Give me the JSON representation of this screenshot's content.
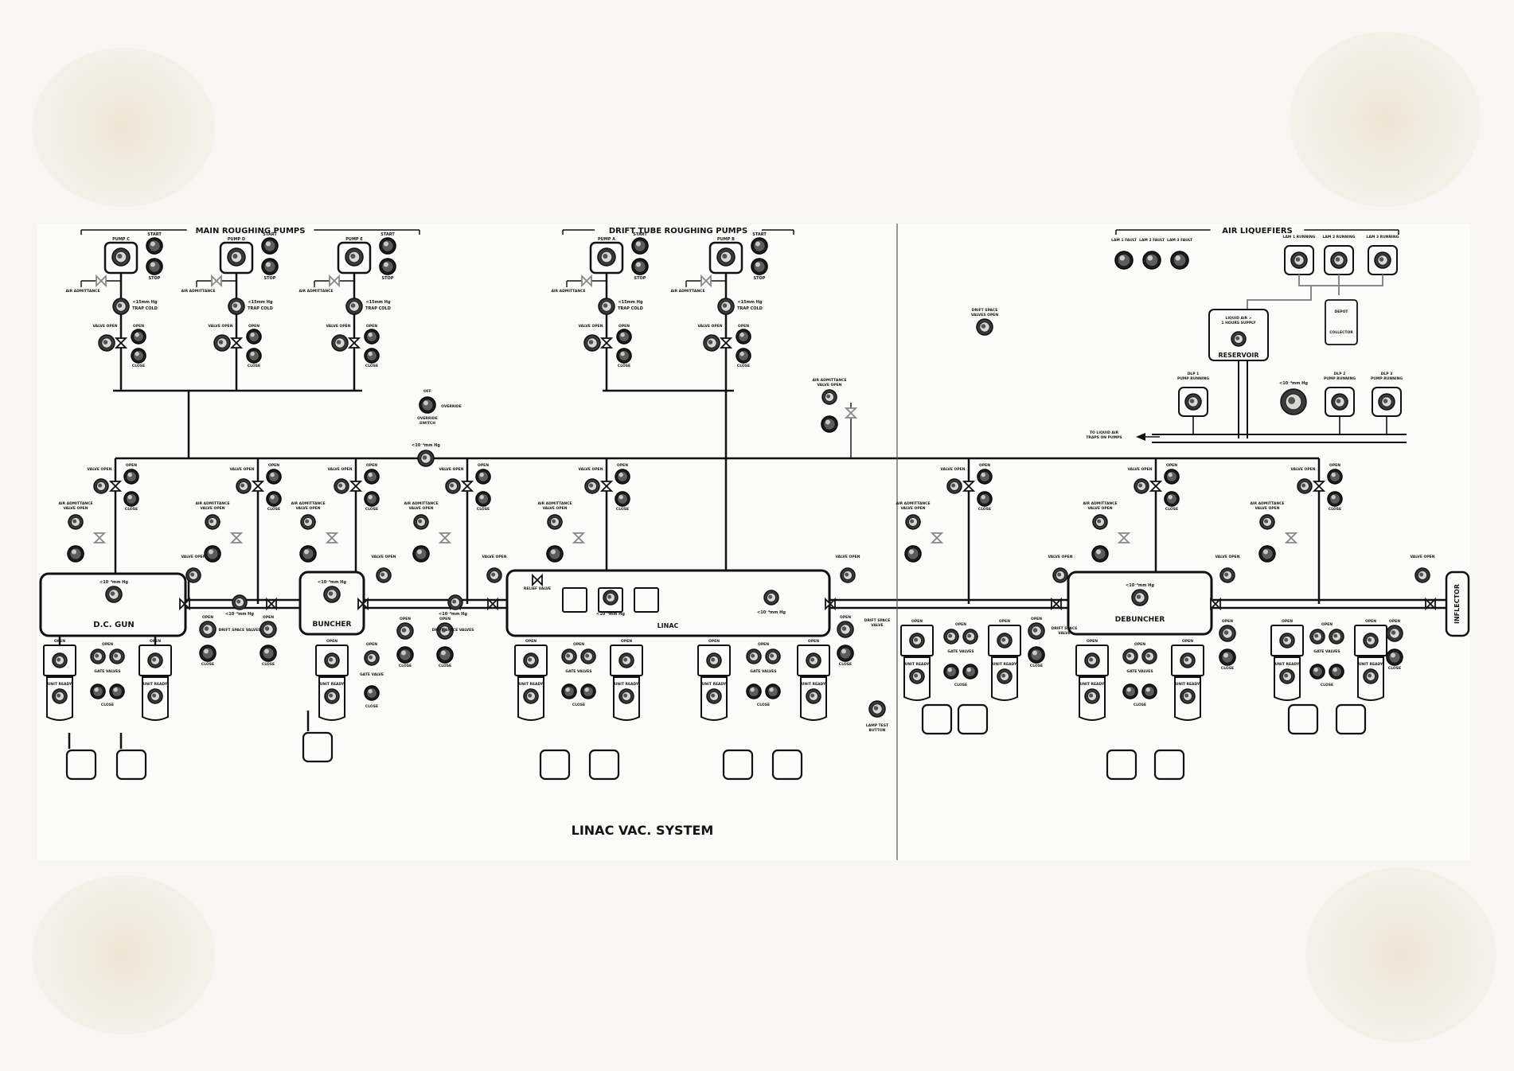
{
  "panel": {
    "title": "LINAC VAC. SYSTEM",
    "sections": {
      "main_roughing_pumps": "MAIN ROUGHING PUMPS",
      "drift_tube_roughing_pumps": "DRIFT TUBE ROUGHING PUMPS",
      "air_liquefiers": "AIR LIQUEFIERS"
    },
    "components": {
      "dc_gun": "D.C. GUN",
      "buncher": "BUNCHER",
      "linac": "LINAC",
      "debuncher": "DEBUNCHER",
      "inflector": "INFLECTOR",
      "reservoir": "RESERVOIR",
      "depot": "DEPOT",
      "collector": "COLLECTOR"
    },
    "labels": {
      "pump_c": "PUMP C",
      "pump_d": "PUMP D",
      "pump_e": "PUMP E",
      "pump_a": "PUMP A",
      "pump_b": "PUMP B",
      "start": "START",
      "stop": "STOP",
      "air_admittance": "AIR ADMITTANCE",
      "trap_cold": "TRAP COLD",
      "pressure_trap": "<15mm Hg",
      "pressure_vac": "<10⁻⁴mm Hg",
      "valve_open": "VALVE OPEN",
      "open": "OPEN",
      "close": "CLOSE",
      "air_admittance_valve_open": "AIR ADMITTANCE VALVE OPEN",
      "drift_space_valves": "DRIFT SPACE VALVES",
      "drift_space_valve": "DRIFT SPACE VALVE",
      "drift_space_valves_open": "DRIFT SPACE VALVES OPEN",
      "gate_valves": "GATE VALVES",
      "gate_valve": "GATE VALVE",
      "unit_ready": "UNIT READY",
      "off": "OFF",
      "override": "OVERRIDE",
      "override_switch": "OVERRIDE SWITCH",
      "relief_valve": "RELIEF VALVE",
      "lamp_test_button": "LAMP TEST BUTTON",
      "lam1_fault": "LAM 1 FAULT",
      "lam2_fault": "LAM 2 FAULT",
      "lam3_fault": "LAM 3 FAULT",
      "lam1_running": "LAM 1 RUNNING",
      "lam2_running": "LAM 2 RUNNING",
      "lam3_running": "LAM 3 RUNNING",
      "liquid_air_supply": "LIQUID AIR > 1 HOURS SUPPLY",
      "dlp1": "DLP 1 PUMP RUNNING",
      "dlp2": "DLP 2 PUMP RUNNING",
      "dlp3": "DLP 3 PUMP RUNNING",
      "to_liquid_air_traps": "TO LIQUID AIR TRAPS ON PUMPS"
    }
  }
}
